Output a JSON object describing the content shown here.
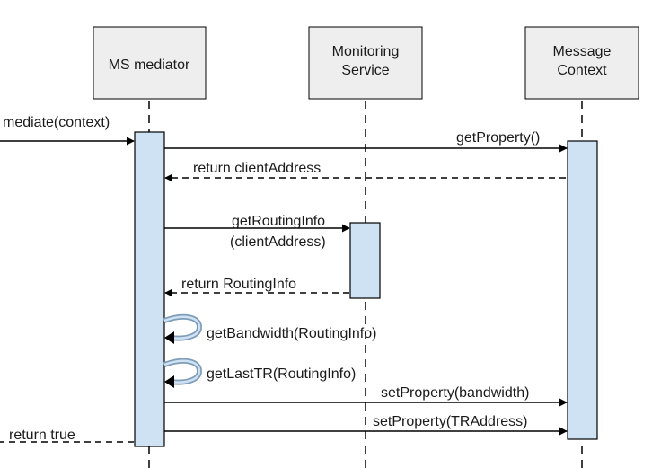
{
  "participants": [
    {
      "id": "ms-mediator",
      "label_lines": [
        "MS mediator"
      ]
    },
    {
      "id": "monitoring-service",
      "label_lines": [
        "Monitoring",
        "Service"
      ]
    },
    {
      "id": "message-context",
      "label_lines": [
        "Message",
        "Context"
      ]
    }
  ],
  "messages": {
    "mediate": "mediate(context)",
    "get_property": "getProperty()",
    "return_client_address": "return clientAddress",
    "get_routing_info_1": "getRoutingInfo",
    "get_routing_info_2": "(clientAddress)",
    "return_routing_info": "return RoutingInfo",
    "get_bandwidth": "getBandwidth(RoutingInfo)",
    "get_last_tr": "getLastTR(RoutingInfo)",
    "set_property_bandwidth": "setProperty(bandwidth)",
    "set_property_tr": "setProperty(TRAddress)",
    "return_true": "return true"
  },
  "colors": {
    "participant_fill": "#eeeeee",
    "activation_fill": "#cfe2f3",
    "self_call_arrow": "#7f9db9",
    "line": "#000000"
  }
}
